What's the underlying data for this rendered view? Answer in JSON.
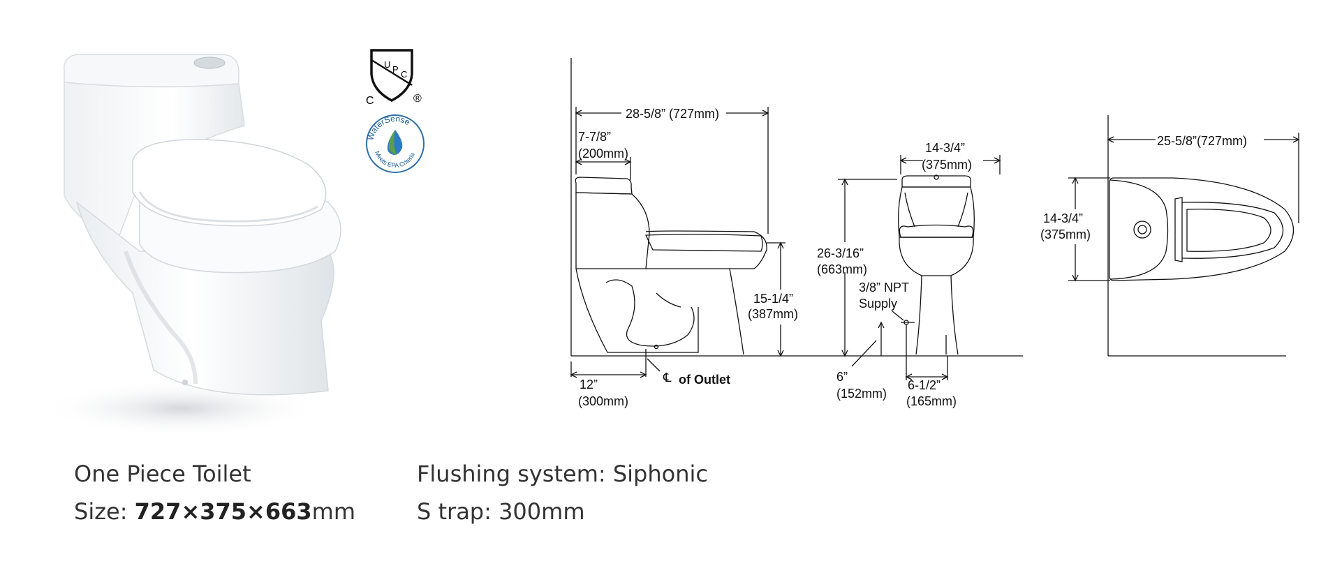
{
  "product": {
    "name": "One Piece Toilet",
    "size_label": "Size: ",
    "size_value": "727×375×663",
    "size_unit": "mm",
    "flushing": "Flushing system: Siphonic",
    "trap": "S trap: 300mm"
  },
  "certifications": {
    "upc": {
      "letters": [
        "U",
        "P",
        "C"
      ],
      "c_mark": "C",
      "registered": "®"
    },
    "watersense": {
      "top_text": "WaterSense",
      "bottom_text": "Meets EPA Criteria"
    }
  },
  "dimensions": {
    "side": {
      "overall_length": "28-5/8” (727mm)",
      "tank_depth_in": "7-7/8”",
      "tank_depth_mm": "(200mm)",
      "seat_height_in": "15-1/4”",
      "seat_height_mm": "(387mm)",
      "rough_in_in": "12”",
      "rough_in_mm": "(300mm)",
      "outlet_symbol": "℄",
      "outlet_label": "of Outlet"
    },
    "front": {
      "width_in": "14-3/4”",
      "width_mm": "(375mm)",
      "height_in": "26-3/16”",
      "height_mm": "(663mm)",
      "supply_line1": "3/8” NPT",
      "supply_line2": "Supply",
      "supply_height_in": "6”",
      "supply_height_mm": "(152mm)",
      "supply_offset_in": "6-1/2”",
      "supply_offset_mm": "(165mm)"
    },
    "top": {
      "length": "25-5/8”(727mm)",
      "width_in": "14-3/4”",
      "width_mm": "(375mm)"
    }
  }
}
